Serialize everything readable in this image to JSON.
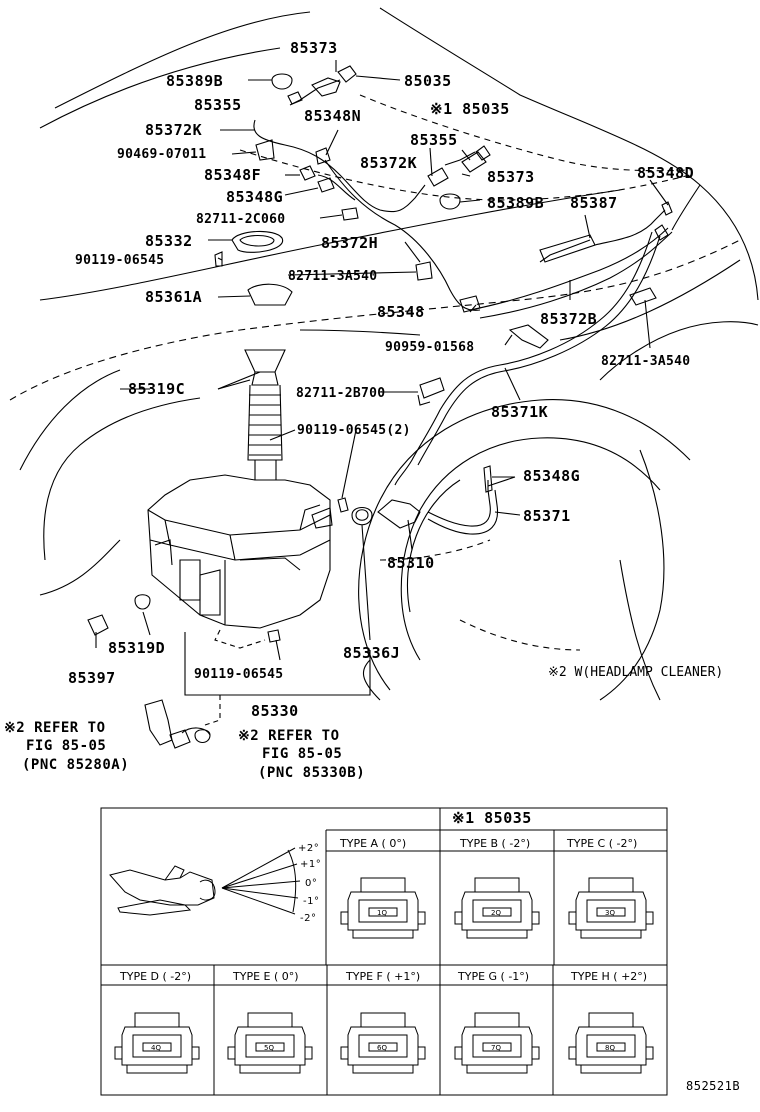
{
  "parts": {
    "p85373_top": "85373",
    "p85389B_top": "85389B",
    "p85035_top": "85035",
    "p85355_top": "85355",
    "p85035_marked": "※1 85035",
    "p85372K_top": "85372K",
    "p85348N": "85348N",
    "p90469": "90469-07011",
    "p85355_mid": "85355",
    "p85348F": "85348F",
    "p85372K_mid": "85372K",
    "p85373_mid": "85373",
    "p85348D": "85348D",
    "p85348G_top": "85348G",
    "p85389B_mid": "85389B",
    "p85387": "85387",
    "p82711_2C060": "82711-2C060",
    "p85332": "85332",
    "p85372H": "85372H",
    "p90119_06545_top": "90119-06545",
    "p82711_3A540_top": "82711-3A540",
    "p85361A": "85361A",
    "p85348": "85348",
    "p85372B": "85372B",
    "p90959": "90959-01568",
    "p82711_3A540_right": "82711-3A540",
    "p85319C": "85319C",
    "p82711_2B700": "82711-2B700",
    "p85371K": "85371K",
    "p90119_06545_2": "90119-06545(2)",
    "p85348G_right": "85348G",
    "p85371": "85371",
    "p85310": "85310",
    "p85319D": "85319D",
    "p85336J": "85336J",
    "p85397": "85397",
    "p90119_06545_bottom": "90119-06545",
    "p85330": "85330"
  },
  "notes": {
    "headlamp": "※2  W(HEADLAMP CLEANER)",
    "refer1_l1": "※2 REFER TO",
    "refer1_l2": "FIG 85-05",
    "refer1_l3": "(PNC 85280A)",
    "refer2_l1": "※2 REFER TO",
    "refer2_l2": "FIG 85-05",
    "refer2_l3": "(PNC 85330B)"
  },
  "table": {
    "header": "※1 85035",
    "angles": [
      "+2°",
      "+1°",
      "0°",
      "-1°",
      "-2°"
    ],
    "types": [
      {
        "label": "TYPE A ( 0°)",
        "code": "1Q"
      },
      {
        "label": "TYPE B ( -2°)",
        "code": "2Q"
      },
      {
        "label": "TYPE C ( -2°)",
        "code": "3Q"
      },
      {
        "label": "TYPE D ( -2°)",
        "code": "4Q"
      },
      {
        "label": "TYPE E ( 0°)",
        "code": "5Q"
      },
      {
        "label": "TYPE F ( +1°)",
        "code": "6Q"
      },
      {
        "label": "TYPE G ( -1°)",
        "code": "7Q"
      },
      {
        "label": "TYPE H ( +2°)",
        "code": "8Q"
      }
    ]
  },
  "figure_code": "852521B"
}
